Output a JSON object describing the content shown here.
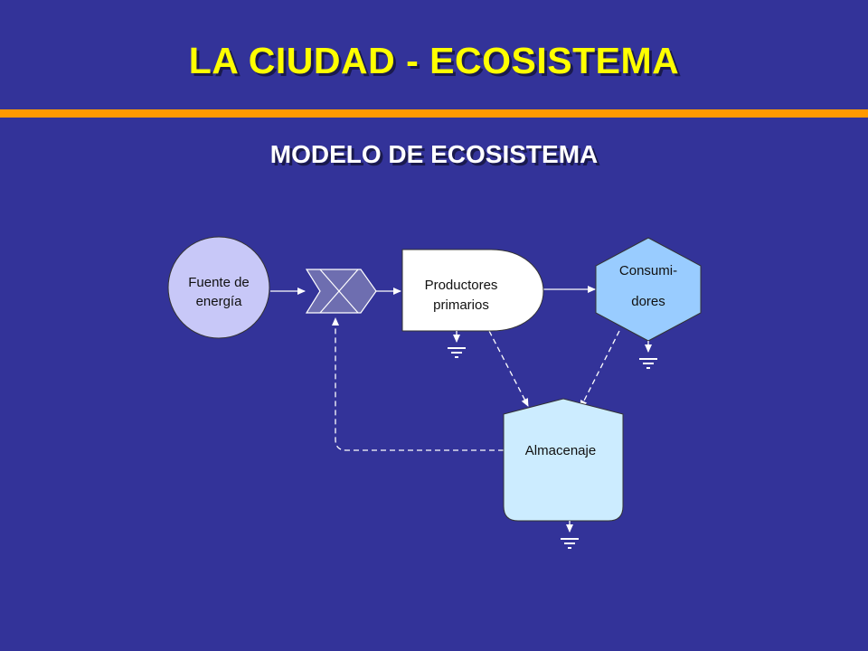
{
  "slide": {
    "title": "LA CIUDAD - ECOSISTEMA",
    "subtitle": "MODELO DE ECOSISTEMA"
  },
  "diagram": {
    "energy_source": {
      "line1": "Fuente de",
      "line2": "energía",
      "color": "#c8c8f8"
    },
    "producers": {
      "line1": "Productores",
      "line2": "primarios",
      "color": "#ffffff"
    },
    "consumers": {
      "line1": "Consumi-",
      "line2": "dores",
      "color": "#99ccff"
    },
    "storage": {
      "label": "Almacenaje",
      "color": "#ccecff"
    },
    "interaction": {
      "color": "#6e6eb0"
    }
  },
  "colors": {
    "background": "#333399",
    "title": "#ffff00",
    "rule": "#ff9900",
    "subtitle": "#ffffff",
    "lines": "#ffffff"
  }
}
